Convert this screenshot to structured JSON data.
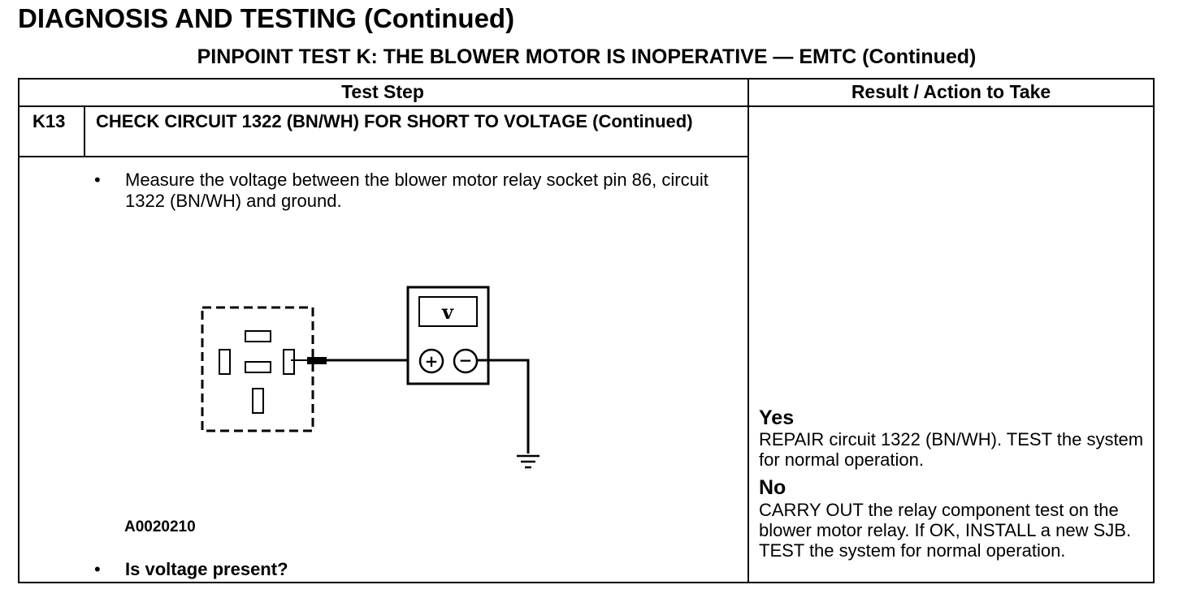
{
  "header": {
    "title": "DIAGNOSIS AND TESTING (Continued)",
    "subtitle": "PINPOINT TEST  K: THE BLOWER MOTOR IS INOPERATIVE — EMTC (Continued)"
  },
  "table": {
    "col_test_step": "Test Step",
    "col_result": "Result / Action to Take"
  },
  "step": {
    "id": "K13",
    "title": "CHECK CIRCUIT 1322 (BN/WH) FOR SHORT TO VOLTAGE (Continued)",
    "bullet_char": "•",
    "instruction": "Measure the voltage between the blower motor relay socket pin 86, circuit 1322 (BN/WH) and ground.",
    "figure_id": "A0020210",
    "question": "Is voltage present?"
  },
  "diagram": {
    "meter_symbol": "v",
    "plus_symbol": "+",
    "minus_symbol": "−",
    "icons": [
      "relay-socket-icon",
      "voltmeter-icon",
      "ground-symbol-icon"
    ]
  },
  "results": {
    "yes_label": "Yes",
    "yes_text": "REPAIR circuit 1322 (BN/WH). TEST the system for normal operation.",
    "no_label": "No",
    "no_text": "CARRY OUT the relay component test on the blower motor relay. If OK, INSTALL a new SJB. TEST the system for normal operation."
  }
}
